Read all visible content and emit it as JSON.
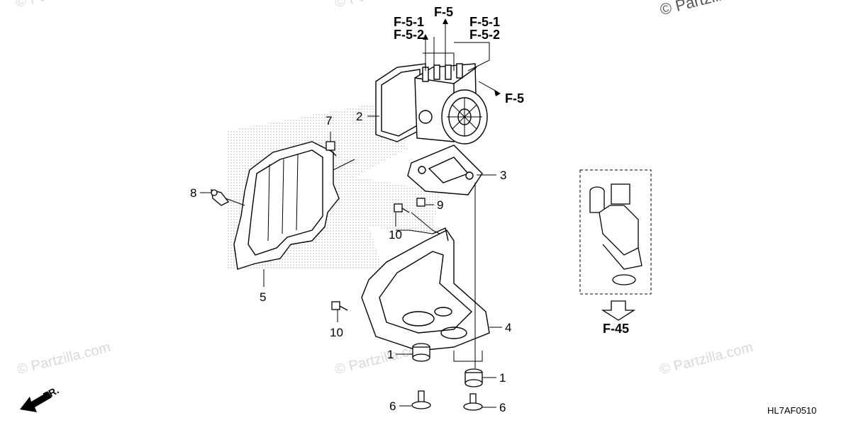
{
  "watermarks": [
    "© Partzilla.com",
    "© Partzilla.com",
    "© Partzilla.com",
    "© Partzilla.com",
    "© Partzilla.com",
    "© Partzilla.com"
  ],
  "callouts": {
    "p1a": "1",
    "p1b": "1",
    "p2": "2",
    "p3": "3",
    "p4": "4",
    "p5": "5",
    "p6a": "6",
    "p6b": "6",
    "p7": "7",
    "p8": "8",
    "p9": "9",
    "p10a": "10",
    "p10b": "10"
  },
  "references": {
    "f5_top": "F-5",
    "f51_left": "F-5-1",
    "f52_left": "F-5-2",
    "f51_right": "F-5-1",
    "f52_right": "F-5-2",
    "f5_right": "F-5",
    "f45": "F-45"
  },
  "direction_label": "FR.",
  "diagram_code": "HL7AF0510"
}
